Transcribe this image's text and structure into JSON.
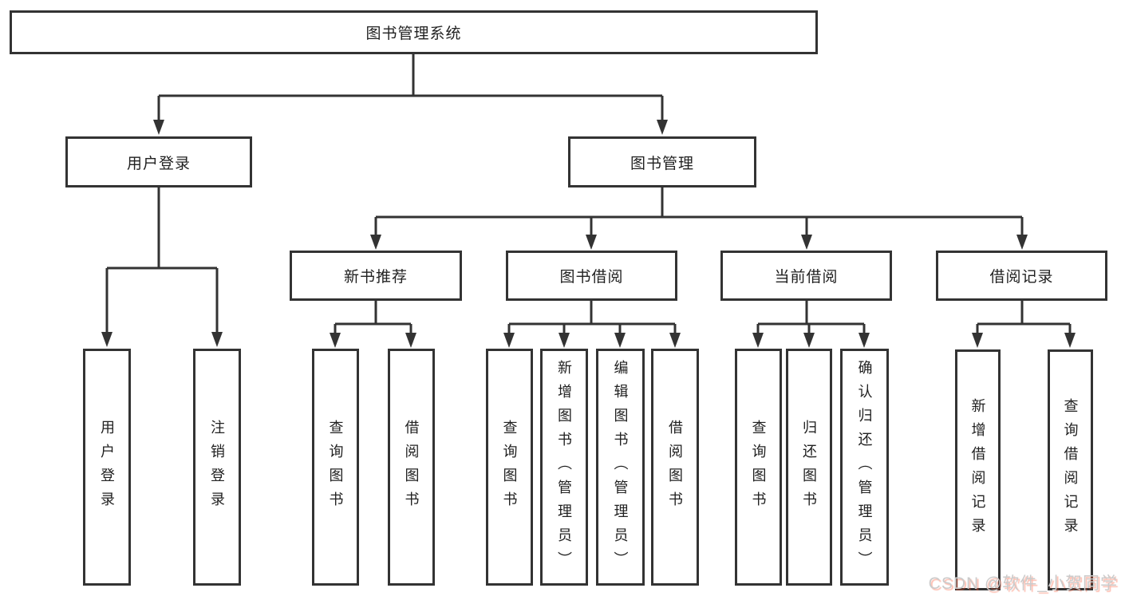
{
  "diagram": {
    "title": "图书管理系统",
    "tree": {
      "label": "图书管理系统",
      "children": [
        {
          "label": "用户登录",
          "children": [
            {
              "label": "用户登录"
            },
            {
              "label": "注销登录"
            }
          ]
        },
        {
          "label": "图书管理",
          "children": [
            {
              "label": "新书推荐",
              "children": [
                {
                  "label": "查询图书"
                },
                {
                  "label": "借阅图书"
                }
              ]
            },
            {
              "label": "图书借阅",
              "children": [
                {
                  "label": "查询图书"
                },
                {
                  "label": "新增图书（管理员）"
                },
                {
                  "label": "编辑图书（管理员）"
                },
                {
                  "label": "借阅图书"
                }
              ]
            },
            {
              "label": "当前借阅",
              "children": [
                {
                  "label": "查询图书"
                },
                {
                  "label": "归还图书"
                },
                {
                  "label": "确认归还（管理员）"
                }
              ]
            },
            {
              "label": "借阅记录",
              "children": [
                {
                  "label": "新增借阅记录"
                },
                {
                  "label": "查询借阅记录"
                }
              ]
            }
          ]
        }
      ]
    },
    "watermark": "CSDN @软件_小贺同学",
    "colors": {
      "line": "#333333",
      "text": "#212121",
      "background": "#ffffff",
      "watermark": "#cbcbcb",
      "watermark_accent": "#fc5531"
    }
  }
}
